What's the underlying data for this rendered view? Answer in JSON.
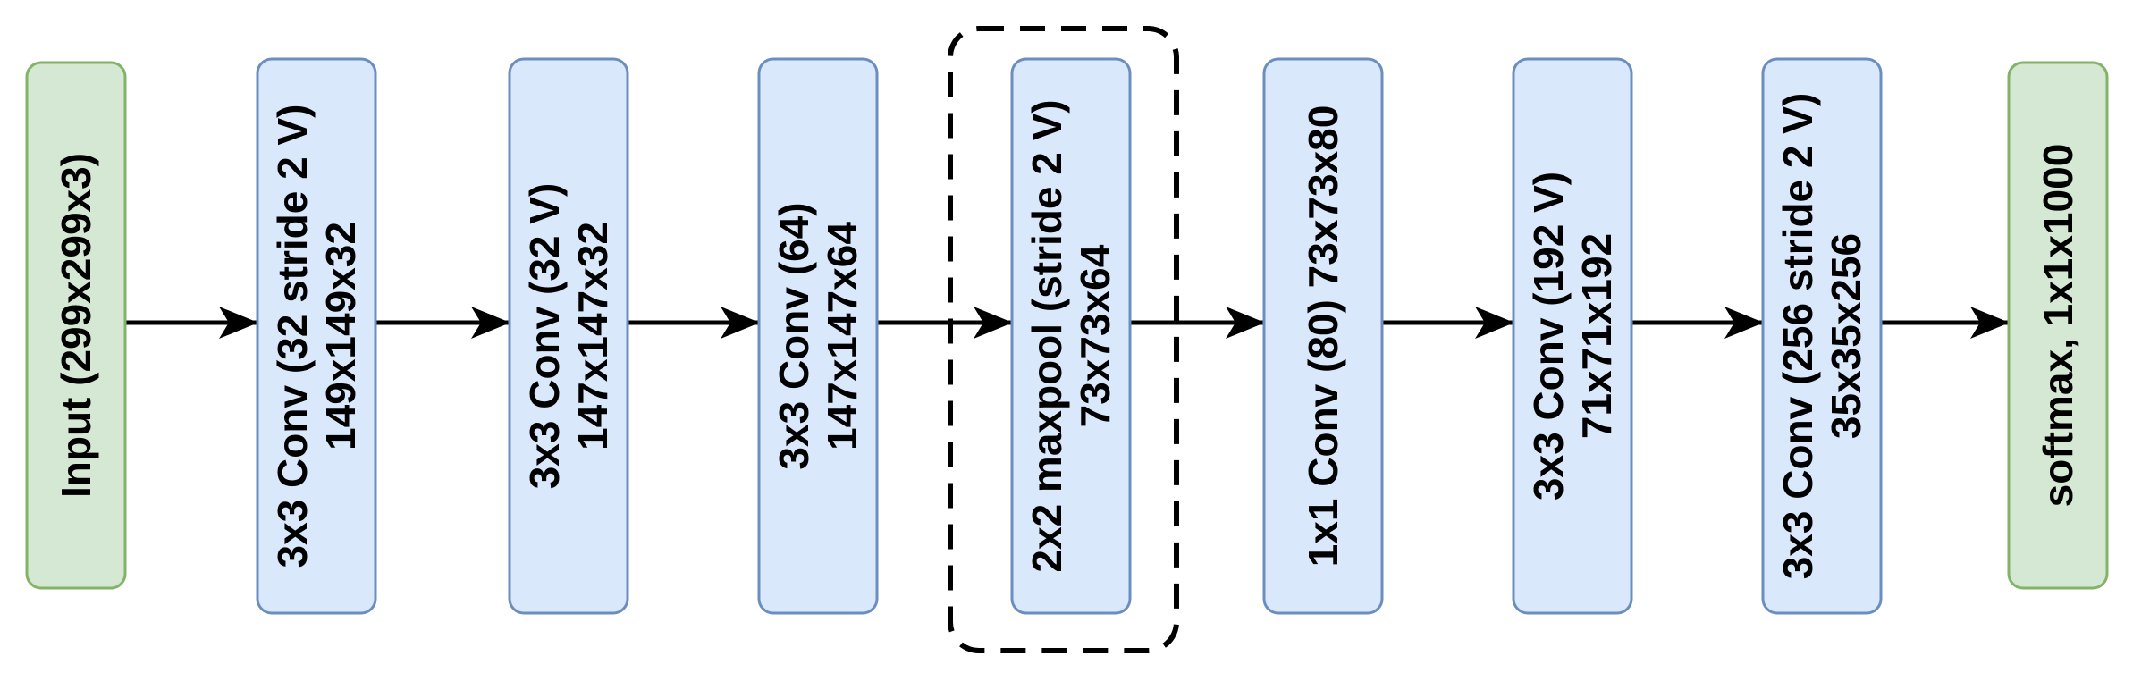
{
  "diagram": {
    "colors": {
      "layer_fill": "#dae8fc",
      "layer_stroke": "#6c8ebf",
      "io_fill": "#d5e8d4",
      "io_stroke": "#82b366",
      "arrow": "#000000",
      "highlight_border": "#000000"
    },
    "nodes": [
      {
        "id": "input",
        "kind": "io",
        "lines": [
          "Input (299x299x3)"
        ]
      },
      {
        "id": "conv1",
        "kind": "layer",
        "lines": [
          "3x3 Conv (32 stride 2 V)",
          "149x149x32"
        ]
      },
      {
        "id": "conv2",
        "kind": "layer",
        "lines": [
          "3x3 Conv (32 V)",
          "147x147x32"
        ]
      },
      {
        "id": "conv3",
        "kind": "layer",
        "lines": [
          "3x3 Conv (64)",
          "147x147x64"
        ]
      },
      {
        "id": "maxpool",
        "kind": "layer",
        "highlighted": true,
        "lines": [
          "2x2 maxpool (stride 2 V)",
          "73x73x64"
        ]
      },
      {
        "id": "conv4",
        "kind": "layer",
        "lines": [
          "1x1 Conv (80) 73x73x80"
        ]
      },
      {
        "id": "conv5",
        "kind": "layer",
        "lines": [
          "3x3 Conv (192 V)",
          "71x71x192"
        ]
      },
      {
        "id": "conv6",
        "kind": "layer",
        "lines": [
          "3x3 Conv (256 stride 2 V)",
          "35x35x256"
        ]
      },
      {
        "id": "output",
        "kind": "io",
        "lines": [
          "softmax, 1x1x1000"
        ]
      }
    ]
  }
}
